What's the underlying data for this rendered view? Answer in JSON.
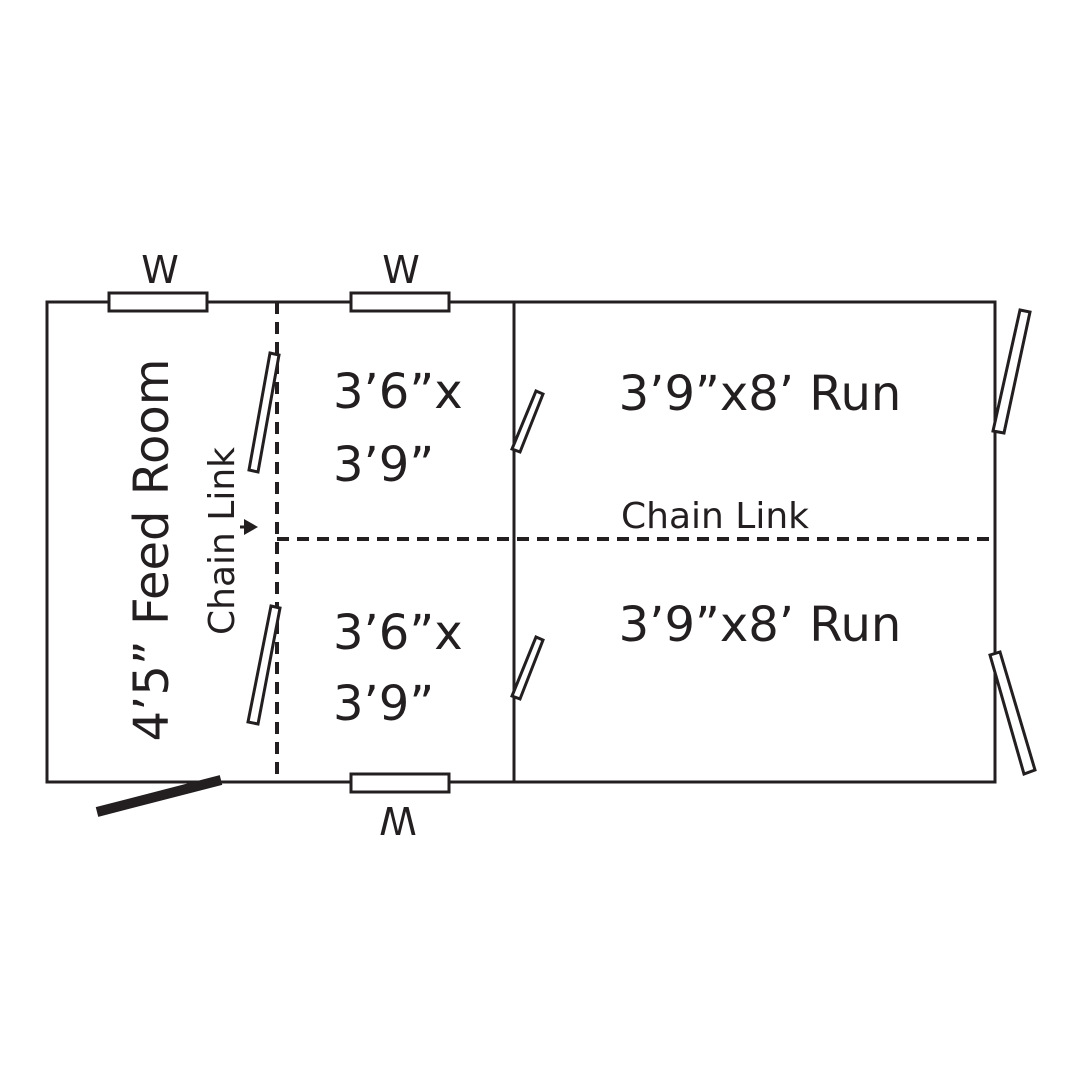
{
  "colors": {
    "ink": "#231f20",
    "background": "#ffffff"
  },
  "labels": {
    "window_top_left": "W",
    "window_top_mid": "W",
    "window_bottom": "W",
    "feed_room": "4’5” Feed Room",
    "chain_link_vertical": "Chain Link",
    "chain_link_horizontal": "Chain Link",
    "stall_top_line1": "3’6”x",
    "stall_top_line2": "3’9”",
    "stall_bottom_line1": "3’6”x",
    "stall_bottom_line2": "3’9”",
    "run_top": "3’9”x8’ Run",
    "run_bottom": "3’9”x8’ Run"
  }
}
